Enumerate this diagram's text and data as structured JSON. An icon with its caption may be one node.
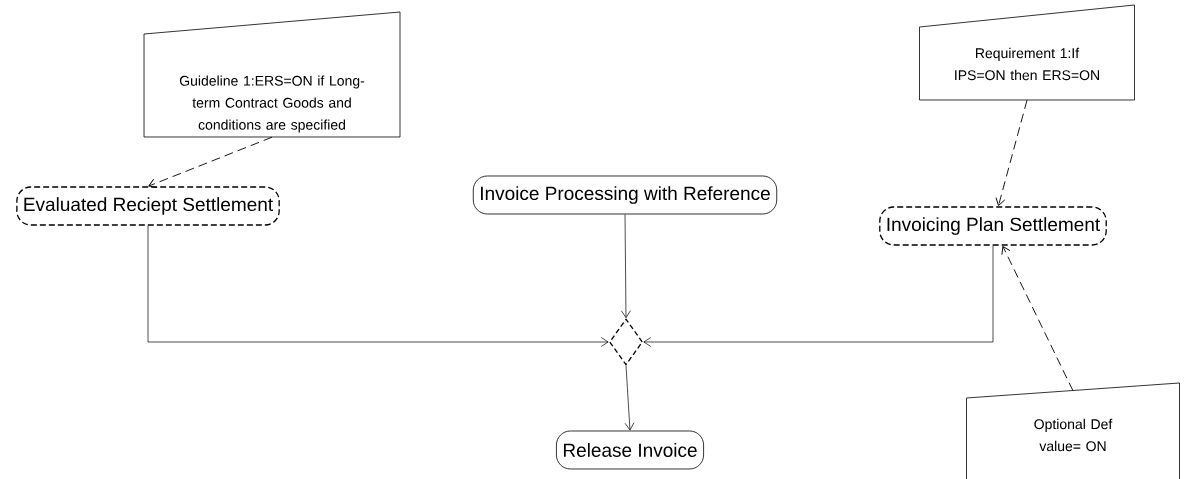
{
  "diagram": {
    "nodes": [
      {
        "text": [
          "Guideline 1:ERS=ON if Long-term Contract Goods and conditions are specified"
        ]
      },
      {
        "text": [
          "Evaluated Reciept Settlement"
        ]
      },
      {
        "text": [
          "Invoice Processing with Reference"
        ]
      },
      {
        "text": [
          "Requirement 1:If IPS=ON then ERS=ON"
        ]
      },
      {
        "text": [
          "Invoicing Plan Settlement"
        ]
      },
      {
        "text": [],
        "shape": "diamond"
      },
      {
        "text": [
          "Release Invoice"
        ]
      },
      {
        "text": [
          "Optional Def value= ON"
        ]
      }
    ],
    "edges": [
      {
        "from": 0,
        "to": 1,
        "arrow": "to",
        "style": "dashed"
      },
      {
        "from": 3,
        "to": 4,
        "arrow": "to",
        "style": "dashed"
      },
      {
        "from": 7,
        "to": 4,
        "arrow": "to",
        "style": "dashed"
      },
      {
        "from": 1,
        "to": 5,
        "arrow": "to"
      },
      {
        "from": 2,
        "to": 5,
        "arrow": "to"
      },
      {
        "from": 4,
        "to": 5,
        "arrow": "to"
      },
      {
        "from": 5,
        "to": 6,
        "arrow": "to"
      }
    ]
  }
}
